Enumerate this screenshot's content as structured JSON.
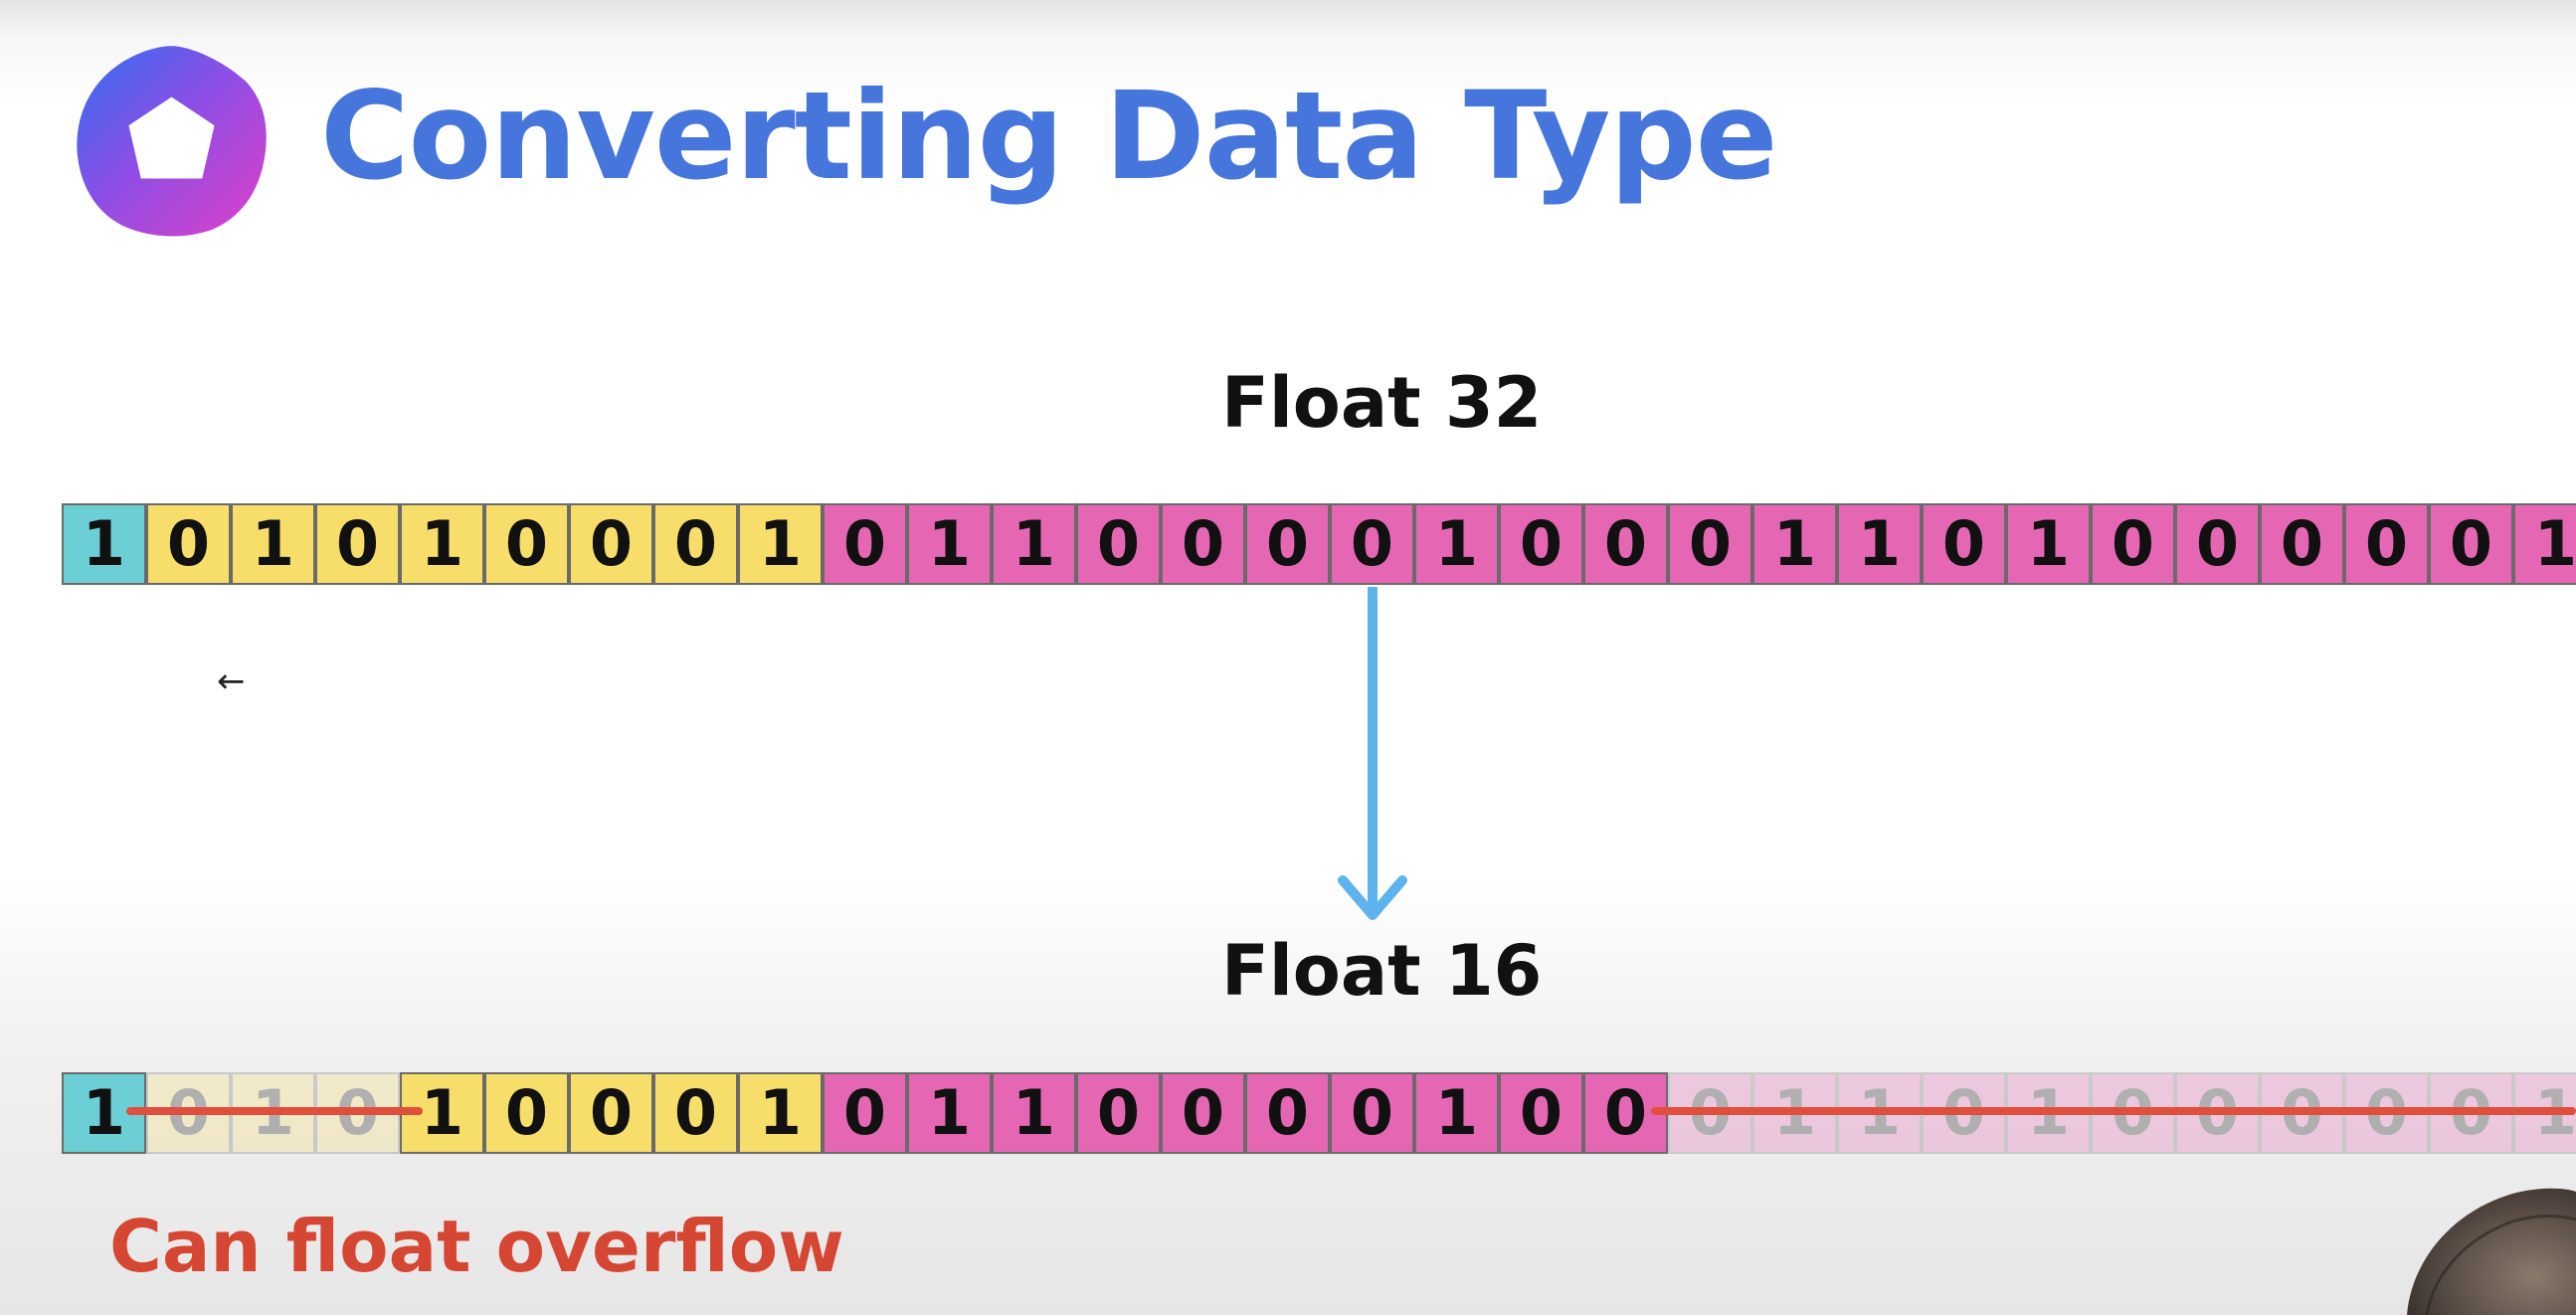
{
  "slide": {
    "title": "Converting Data Type",
    "footer_note": "Can float overflow"
  },
  "float32": {
    "label": "Float 32",
    "bits": [
      {
        "v": "1",
        "kind": "sign"
      },
      {
        "v": "0",
        "kind": "exp"
      },
      {
        "v": "1",
        "kind": "exp"
      },
      {
        "v": "0",
        "kind": "exp"
      },
      {
        "v": "1",
        "kind": "exp"
      },
      {
        "v": "0",
        "kind": "exp"
      },
      {
        "v": "0",
        "kind": "exp"
      },
      {
        "v": "0",
        "kind": "exp"
      },
      {
        "v": "1",
        "kind": "exp"
      },
      {
        "v": "0",
        "kind": "man"
      },
      {
        "v": "1",
        "kind": "man"
      },
      {
        "v": "1",
        "kind": "man"
      },
      {
        "v": "0",
        "kind": "man"
      },
      {
        "v": "0",
        "kind": "man"
      },
      {
        "v": "0",
        "kind": "man"
      },
      {
        "v": "0",
        "kind": "man"
      },
      {
        "v": "1",
        "kind": "man"
      },
      {
        "v": "0",
        "kind": "man"
      },
      {
        "v": "0",
        "kind": "man"
      },
      {
        "v": "0",
        "kind": "man"
      },
      {
        "v": "1",
        "kind": "man"
      },
      {
        "v": "1",
        "kind": "man"
      },
      {
        "v": "0",
        "kind": "man"
      },
      {
        "v": "1",
        "kind": "man"
      },
      {
        "v": "0",
        "kind": "man"
      },
      {
        "v": "0",
        "kind": "man"
      },
      {
        "v": "0",
        "kind": "man"
      },
      {
        "v": "0",
        "kind": "man"
      },
      {
        "v": "0",
        "kind": "man"
      },
      {
        "v": "1",
        "kind": "man"
      }
    ]
  },
  "float16": {
    "label": "Float 16",
    "bits": [
      {
        "v": "1",
        "kind": "sign"
      },
      {
        "v": "0",
        "kind": "exp",
        "faded": true
      },
      {
        "v": "1",
        "kind": "exp",
        "faded": true
      },
      {
        "v": "0",
        "kind": "exp",
        "faded": true
      },
      {
        "v": "1",
        "kind": "exp"
      },
      {
        "v": "0",
        "kind": "exp"
      },
      {
        "v": "0",
        "kind": "exp"
      },
      {
        "v": "0",
        "kind": "exp"
      },
      {
        "v": "1",
        "kind": "exp"
      },
      {
        "v": "0",
        "kind": "man"
      },
      {
        "v": "1",
        "kind": "man"
      },
      {
        "v": "1",
        "kind": "man"
      },
      {
        "v": "0",
        "kind": "man"
      },
      {
        "v": "0",
        "kind": "man"
      },
      {
        "v": "0",
        "kind": "man"
      },
      {
        "v": "0",
        "kind": "man"
      },
      {
        "v": "1",
        "kind": "man"
      },
      {
        "v": "0",
        "kind": "man"
      },
      {
        "v": "0",
        "kind": "man"
      },
      {
        "v": "0",
        "kind": "man",
        "faded": true
      },
      {
        "v": "1",
        "kind": "man",
        "faded": true
      },
      {
        "v": "1",
        "kind": "man",
        "faded": true
      },
      {
        "v": "0",
        "kind": "man",
        "faded": true
      },
      {
        "v": "1",
        "kind": "man",
        "faded": true
      },
      {
        "v": "0",
        "kind": "man",
        "faded": true
      },
      {
        "v": "0",
        "kind": "man",
        "faded": true
      },
      {
        "v": "0",
        "kind": "man",
        "faded": true
      },
      {
        "v": "0",
        "kind": "man",
        "faded": true
      },
      {
        "v": "0",
        "kind": "man",
        "faded": true
      },
      {
        "v": "1",
        "kind": "man",
        "faded": true
      }
    ]
  },
  "colors": {
    "title": "#4675dc",
    "sign_bit": "#6dcfd6",
    "exponent_bits": "#f7de6a",
    "mantissa_bits": "#e567b4",
    "arrow": "#5db3ec",
    "strike": "#e04e3c",
    "note": "#d54633"
  },
  "icons": {
    "logo": "pentagon-ring-logo",
    "cursor": "arrow-left-icon",
    "conversion_arrow": "arrow-down-icon"
  }
}
